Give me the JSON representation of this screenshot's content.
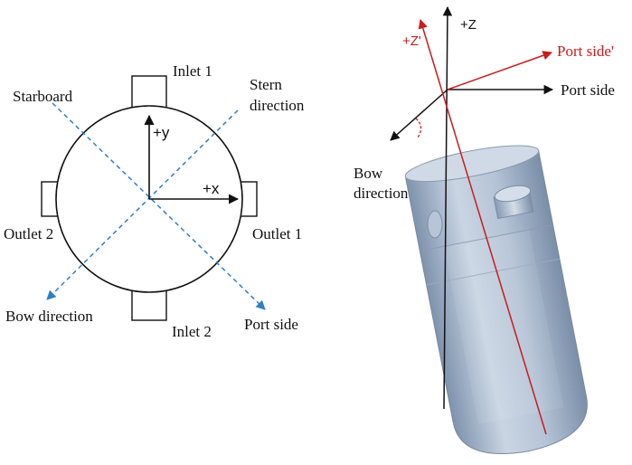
{
  "left_diagram": {
    "labels": {
      "inlet1": "Inlet 1",
      "inlet2": "Inlet 2",
      "outlet1": "Outlet 1",
      "outlet2": "Outlet 2",
      "starboard": "Starboard",
      "stern_line1": "Stern",
      "stern_line2": "direction",
      "bow": "Bow direction",
      "port": "Port side",
      "plus_y": "+y",
      "plus_x": "+x"
    }
  },
  "right_diagram": {
    "labels": {
      "plus_z": "+Z",
      "plus_z_prime": "+Z'",
      "port_prime": "Port side'",
      "port": "Port side",
      "bow_line1": "Bow",
      "bow_line2": "direction"
    },
    "colors": {
      "red_axes": "#cc1a1a",
      "body": "#aebdd0"
    }
  },
  "colors": {
    "dashed_lines": "#2f7fc8",
    "lines": "#111111"
  }
}
